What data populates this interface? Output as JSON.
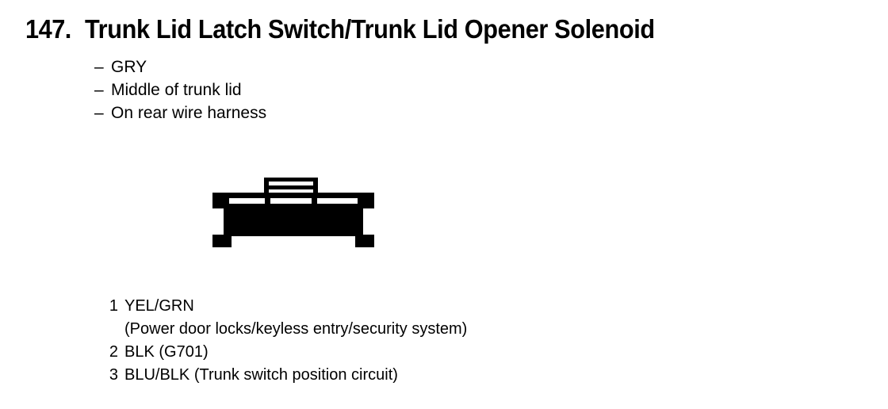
{
  "page": {
    "item_number": "147.",
    "title": "Trunk Lid Latch Switch/Trunk Lid Opener Solenoid",
    "ink_color": "#000000",
    "background_color": "#ffffff"
  },
  "notes": {
    "bullet_char": "–",
    "items": [
      {
        "label": "GRY"
      },
      {
        "label": "Middle of trunk lid"
      },
      {
        "label": "On rear wire harness"
      }
    ]
  },
  "connector": {
    "type": "3-cavity connector face view",
    "cavity_count": 3,
    "cavities": [
      {
        "number": "1"
      },
      {
        "number": "2"
      },
      {
        "number": "3"
      }
    ],
    "locking_tab": {
      "position": "top-center",
      "slot_count": 2
    }
  },
  "pin_legend": {
    "rows": [
      {
        "number": "1",
        "label": "YEL/GRN",
        "sub": "(Power door locks/keyless entry/security system)"
      },
      {
        "number": "2",
        "label": "BLK (G701)",
        "sub": ""
      },
      {
        "number": "3",
        "label": "BLU/BLK (Trunk switch position circuit)",
        "sub": ""
      }
    ]
  }
}
